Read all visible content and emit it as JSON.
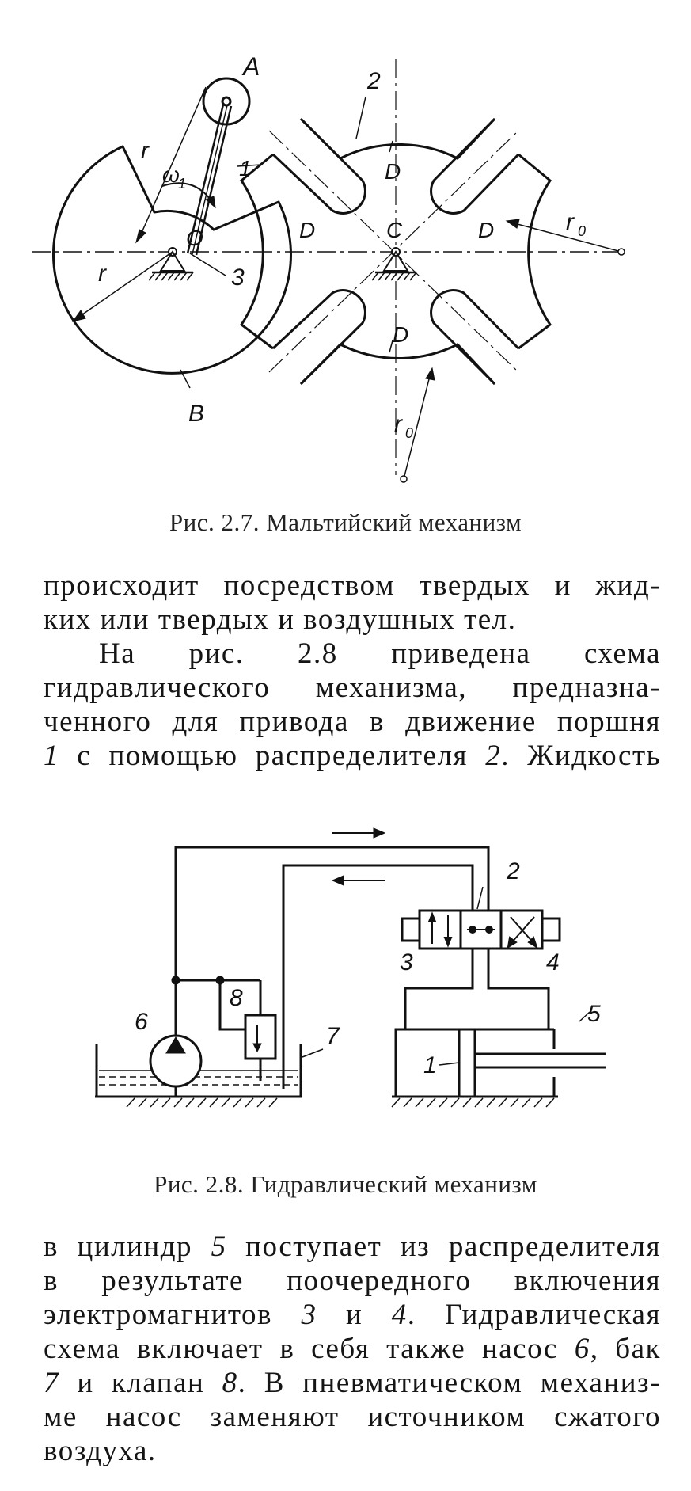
{
  "figure1": {
    "caption": "Рис. 2.7. Мальтийский механизм",
    "labels": {
      "A": "A",
      "one": "1",
      "omega": "ω",
      "omega_sub": "1",
      "O": "O",
      "three": "3",
      "B": "B",
      "r_top": "r",
      "r_left": "r",
      "two": "2",
      "C": "C",
      "D_top": "D",
      "D_left": "D",
      "D_right": "D",
      "D_bottom": "D",
      "r0_right": "r",
      "r0_right_sub": "0",
      "r0_bottom": "r",
      "r0_bottom_sub": "0"
    }
  },
  "para1": {
    "l1": "происходит посредством твердых и жид-",
    "l2": "ких или твердых и воздушных тел."
  },
  "para2": {
    "l1": "На рис. 2.8 приведена схема",
    "l2": "гидравлического механизма, предназна-",
    "l3": "ченного для привода в движение поршня",
    "l4_num1": "1",
    "l4_mid": " с помощью распределителя ",
    "l4_num2": "2",
    "l4_end": ". Жидкость"
  },
  "figure2": {
    "caption": "Рис.   2.8.   Гидравлический   механизм",
    "labels": {
      "two": "2",
      "three": "3",
      "four": "4",
      "five": "5",
      "six": "6",
      "seven": "7",
      "eight": "8",
      "one": "1"
    }
  },
  "para3": {
    "l1_a": "в цилиндр ",
    "l1_num": "5",
    "l1_b": " поступает из распределителя",
    "l2": "в результате поочередного включения",
    "l3_a": "электромагнитов ",
    "l3_num1": "3",
    "l3_b": " и ",
    "l3_num2": "4",
    "l3_c": ". Гидравлическая",
    "l4_a": "схема включает в себя также насос ",
    "l4_num": "6",
    "l4_b": ", бак",
    "l5_num1": "7",
    "l5_a": " и клапан ",
    "l5_num2": "8",
    "l5_b": ". В пневматическом механиз-",
    "l6": "ме насос заменяют источником сжатого",
    "l7": "воздуха."
  }
}
